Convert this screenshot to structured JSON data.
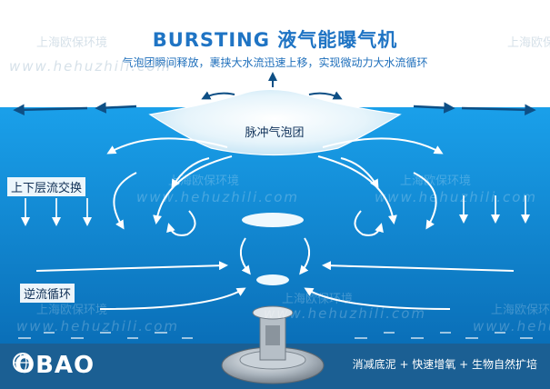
{
  "header": {
    "title": "BURSTING 液气能曝气机",
    "subtitle": "气泡团瞬间释放，裹挟大水流迅速上移，实现微动力大水流循环"
  },
  "labels": {
    "bubble_cluster": "脉冲气泡团",
    "layer_exchange": "上下层流交换",
    "reverse_circulation": "逆流循环"
  },
  "watermark": {
    "company": "上海欧保环境",
    "url": "www.hehuzhili.com"
  },
  "footer": {
    "logo_text": "OBAO",
    "tagline": "消减底泥 + 快速增氧 + 生物自然扩培"
  },
  "colors": {
    "title_blue": "#1f74c4",
    "water_top": "#1aa0ea",
    "water_bottom": "#0a6fb8",
    "footer_bar": "#1b5f93",
    "arrow_dark": "#0e4f85"
  }
}
